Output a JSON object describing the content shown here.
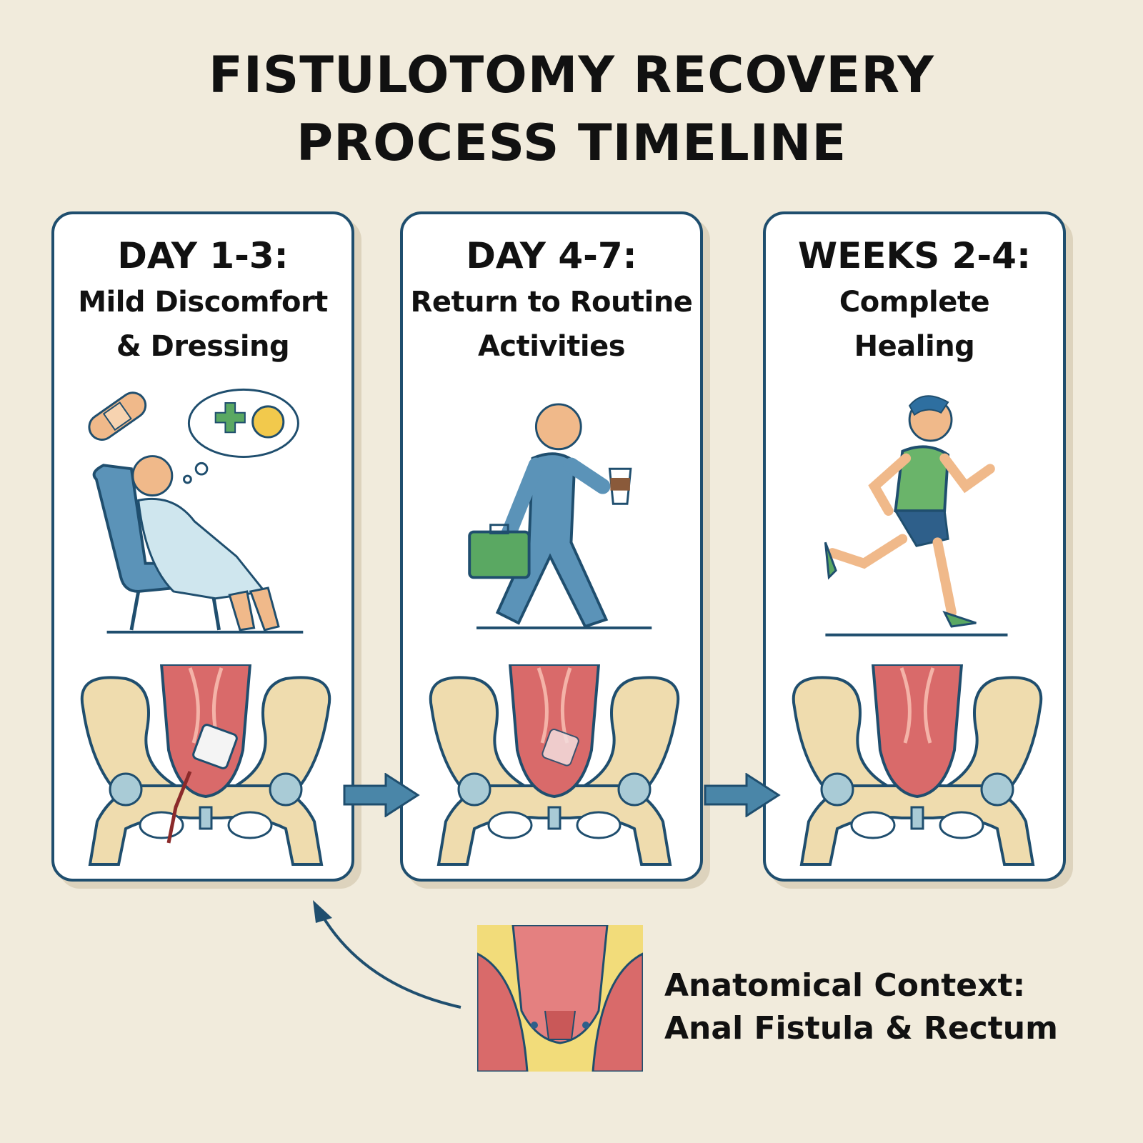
{
  "title": {
    "line1": "FISTULOTOMY RECOVERY",
    "line2": "PROCESS TIMELINE"
  },
  "panels": [
    {
      "heading": "DAY 1-3:",
      "line1": "Mild Discomfort",
      "line2": "& Dressing"
    },
    {
      "heading": "DAY 4-7:",
      "line1": "Return to Routine",
      "line2": "Activities"
    },
    {
      "heading": "WEEKS 2-4:",
      "line1": "Complete",
      "line2": "Healing"
    }
  ],
  "context": {
    "line1": "Anatomical Context:",
    "line2": "Anal Fistula & Rectum"
  },
  "colors": {
    "border": "#1f4e6e",
    "background": "#f1ebdc",
    "arrow": "#4a86a8",
    "bone": "#efdcae",
    "tissue": "#d96a6a"
  }
}
